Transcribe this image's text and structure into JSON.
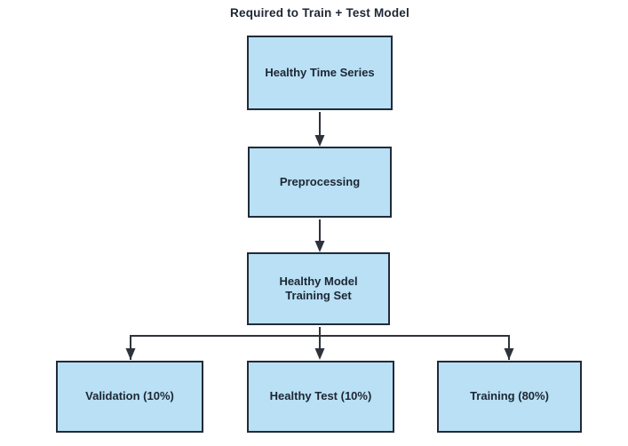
{
  "title": "Required to Train + Test Model",
  "colors": {
    "background": "#ffffff",
    "node_fill": "#b9e0f4",
    "node_border": "#212b39",
    "line": "#2e333b",
    "text": "#1d2634"
  },
  "nodes": {
    "healthy_time_series": {
      "label": "Healthy Time Series"
    },
    "preprocessing": {
      "label": "Preprocessing"
    },
    "healthy_model_training_set": {
      "label": "Healthy Model Training Set"
    },
    "validation": {
      "label": "Validation (10%)"
    },
    "healthy_test": {
      "label": "Healthy Test (10%)"
    },
    "training": {
      "label": "Training (80%)"
    }
  },
  "edges": [
    "Healthy Time Series -> Preprocessing",
    "Preprocessing -> Healthy Model Training Set",
    "Healthy Model Training Set -> Validation (10%)",
    "Healthy Model Training Set -> Healthy Test (10%)",
    "Healthy Model Training Set -> Training (80%)"
  ]
}
